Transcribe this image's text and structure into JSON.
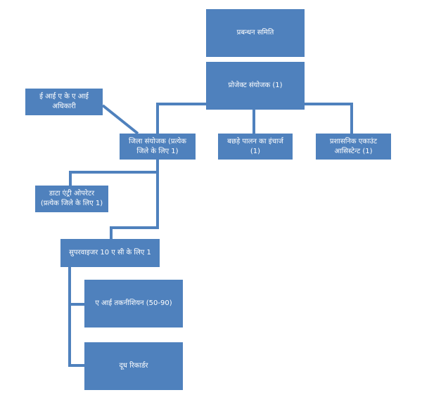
{
  "diagram": {
    "colors": {
      "box_fill": "#4f81bd",
      "text": "#ffffff",
      "connector": "#4f81bd"
    },
    "nodes": {
      "management_committee": "प्रबन्धन समिति",
      "project_coordinator": "प्रोजेक्ट संयोजक (1)",
      "ia_ka_ai_officer": "ई आई ए के ए आई\nअधिकारी",
      "district_coordinator": "जिला संयोजक (प्रत्येक\nजिले के लिए 1)",
      "calf_rearing_incharge": "बछड़े पालन का इंचार्ज\n(1)",
      "admin_account_assistant": "प्रशासनिक एकाउंट\nआसिस्टेन्ट (1)",
      "data_entry_operator": "डाटा एंट्री ओपरेटर\n(प्रत्येक जिले के लिए 1)",
      "supervisor": "सुपरवाइजर 10 ए सी के लिए 1",
      "ai_technician": "ए आई तकनीशियन (50-90)",
      "milk_recorder": "दूध रिकार्डर"
    }
  }
}
